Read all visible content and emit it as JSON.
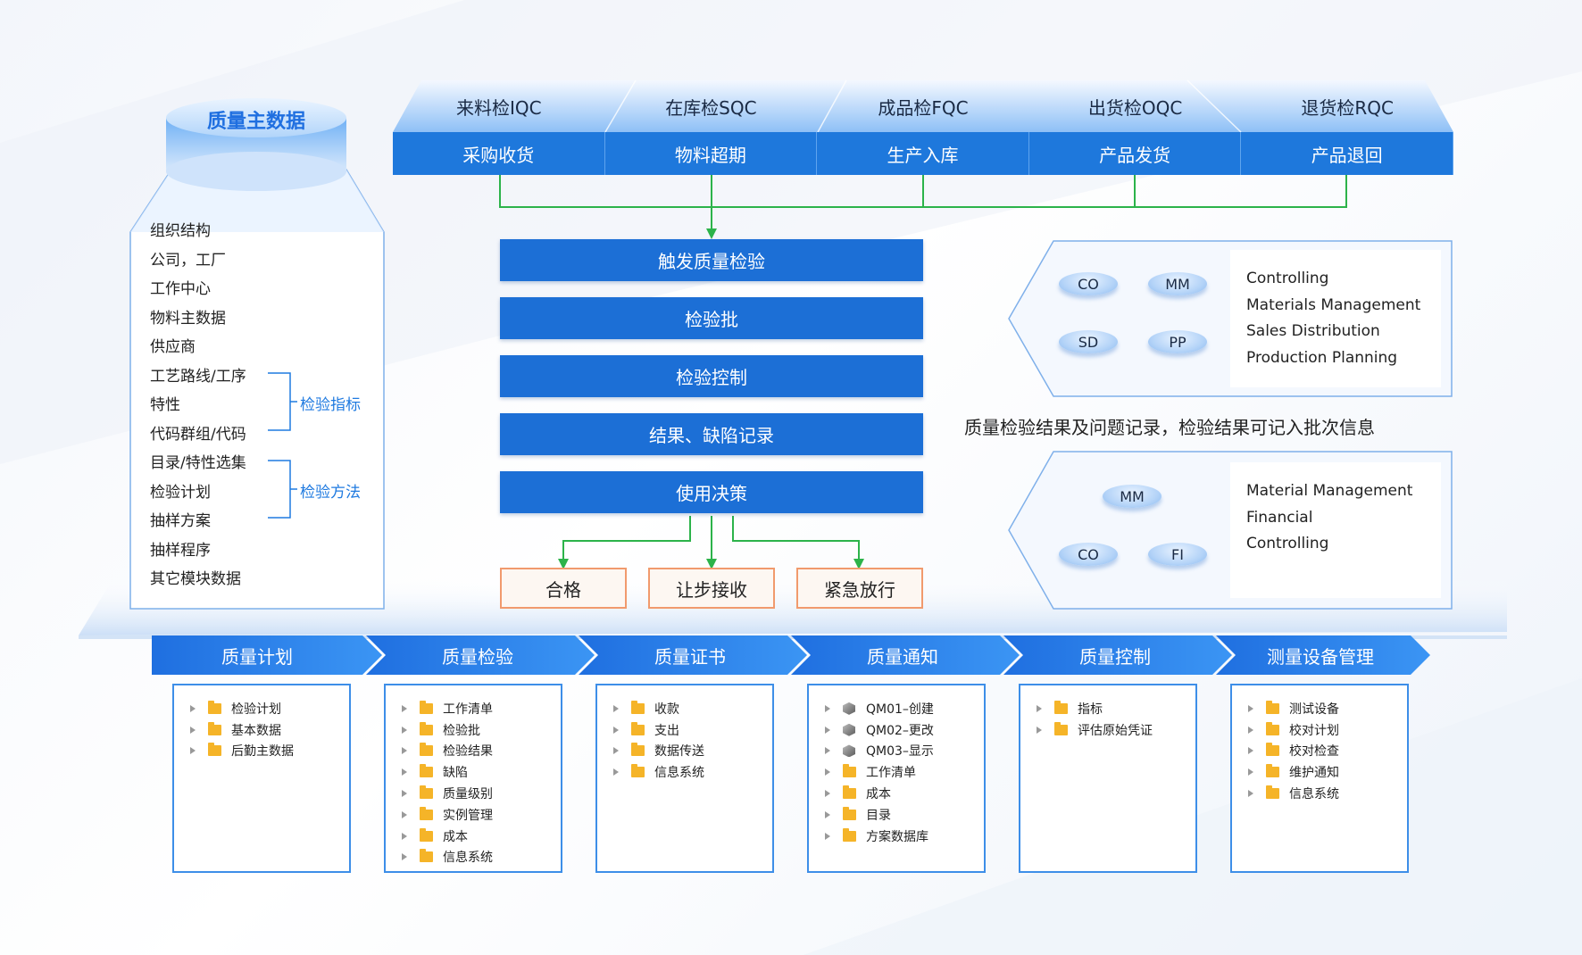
{
  "master_data": {
    "title": "质量主数据",
    "items": [
      "组织结构",
      "公司，工厂",
      "工作中心",
      "物料主数据",
      "供应商",
      "工艺路线/工序",
      "特性",
      "代码群组/代码",
      "目录/特性选集",
      "检验计划",
      "抽样方案",
      "抽样程序",
      "其它模块数据"
    ],
    "bracket_labels": [
      "检验指标",
      "检验方法"
    ]
  },
  "stages": [
    {
      "top": "来料检IQC",
      "bottom": "采购收货"
    },
    {
      "top": "在库检SQC",
      "bottom": "物料超期"
    },
    {
      "top": "成品检FQC",
      "bottom": "生产入库"
    },
    {
      "top": "出货检OQC",
      "bottom": "产品发货"
    },
    {
      "top": "退货检RQC",
      "bottom": "产品退回"
    }
  ],
  "flow": [
    "触发质量检验",
    "检验批",
    "检验控制",
    "结果、缺陷记录",
    "使用决策"
  ],
  "results": [
    "合格",
    "让步接收",
    "紧急放行"
  ],
  "integration_top": {
    "chips": [
      "CO",
      "MM",
      "SD",
      "PP"
    ],
    "legend": [
      "Controlling",
      "Materials Management",
      "Sales Distribution",
      "Production Planning"
    ]
  },
  "integration_note": "质量检验结果及问题记录，检验结果可记入批次信息",
  "integration_bottom": {
    "chips": [
      "MM",
      "CO",
      "FI"
    ],
    "legend": [
      "Material Management",
      "Financial",
      "Controlling"
    ]
  },
  "modules": [
    {
      "title": "质量计划",
      "items": [
        {
          "icon": "folder",
          "label": "检验计划"
        },
        {
          "icon": "folder",
          "label": "基本数据"
        },
        {
          "icon": "folder",
          "label": "后勤主数据"
        }
      ]
    },
    {
      "title": "质量检验",
      "items": [
        {
          "icon": "folder",
          "label": "工作清单"
        },
        {
          "icon": "folder",
          "label": "检验批"
        },
        {
          "icon": "folder",
          "label": "检验结果"
        },
        {
          "icon": "folder",
          "label": "缺陷"
        },
        {
          "icon": "folder",
          "label": "质量级别"
        },
        {
          "icon": "folder",
          "label": "实例管理"
        },
        {
          "icon": "folder",
          "label": "成本"
        },
        {
          "icon": "folder",
          "label": "信息系统"
        }
      ]
    },
    {
      "title": "质量证书",
      "items": [
        {
          "icon": "folder",
          "label": "收款"
        },
        {
          "icon": "folder",
          "label": "支出"
        },
        {
          "icon": "folder",
          "label": "数据传送"
        },
        {
          "icon": "folder",
          "label": "信息系统"
        }
      ]
    },
    {
      "title": "质量通知",
      "items": [
        {
          "icon": "cube",
          "label": "QM01–创建"
        },
        {
          "icon": "cube",
          "label": "QM02–更改"
        },
        {
          "icon": "cube",
          "label": "QM03–显示"
        },
        {
          "icon": "folder",
          "label": "工作清单"
        },
        {
          "icon": "folder",
          "label": "成本"
        },
        {
          "icon": "folder",
          "label": "目录"
        },
        {
          "icon": "folder",
          "label": "方案数据库"
        }
      ]
    },
    {
      "title": "质量控制",
      "items": [
        {
          "icon": "folder",
          "label": "指标"
        },
        {
          "icon": "folder",
          "label": "评估原始凭证"
        }
      ]
    },
    {
      "title": "测量设备管理",
      "items": [
        {
          "icon": "folder",
          "label": "测试设备"
        },
        {
          "icon": "folder",
          "label": "校对计划"
        },
        {
          "icon": "folder",
          "label": "校对检查"
        },
        {
          "icon": "folder",
          "label": "维护通知"
        },
        {
          "icon": "folder",
          "label": "信息系统"
        }
      ]
    }
  ],
  "colors": {
    "primary": "#1c6fd6",
    "connector": "#2cb34a",
    "accent_orange": "#f19a6d",
    "panel_border": "#3d8ee8"
  }
}
